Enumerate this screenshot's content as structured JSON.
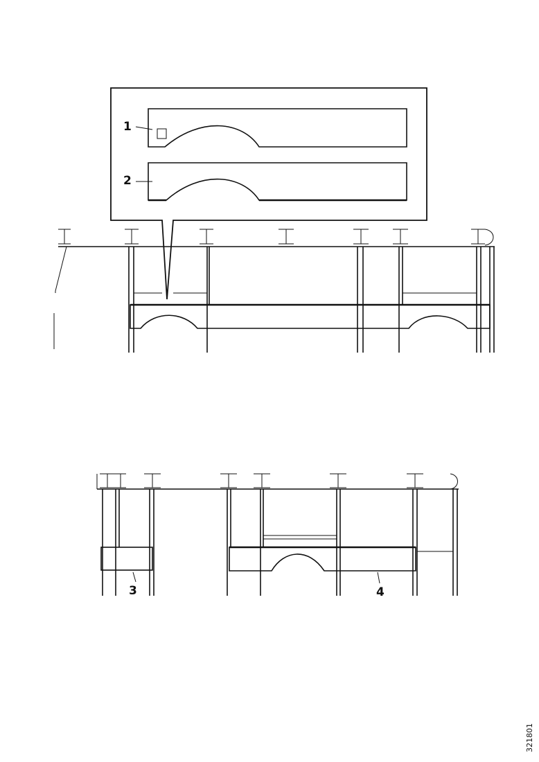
{
  "figure": {
    "callouts": [
      "1",
      "2",
      "3",
      "4"
    ],
    "reference_code": "321801"
  }
}
